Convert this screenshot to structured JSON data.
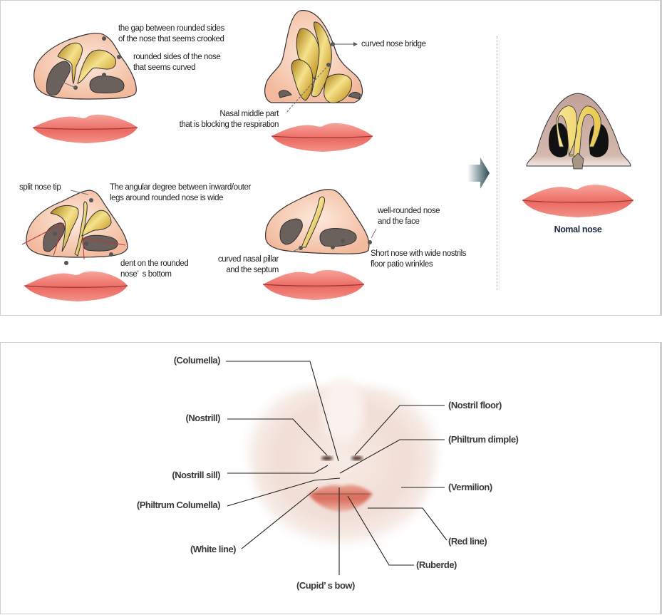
{
  "top_panel": {
    "diagrams": [
      {
        "id": "crooked-nose",
        "labels": [
          "the gap between rounded sides\nof the nose that seems crooked",
          "rounded sides of the nose\nthat seems curved"
        ]
      },
      {
        "id": "curved-bridge",
        "labels": [
          "curved nose bridge",
          "Nasal middle part\nthat is blocking the respiration"
        ]
      },
      {
        "id": "split-tip",
        "labels": [
          "split nose tip",
          "The angular degree between inward/outer\nlegs around rounded nose is wide",
          "dent on the rounded\nnose’  s bottom"
        ]
      },
      {
        "id": "short-nose",
        "labels": [
          "well-rounded nose\nand the face",
          "curved nasal pillar\nand the septum",
          "Short nose with wide nostrils\nfloor patio wrinkles"
        ]
      }
    ],
    "arrow_icon": "arrow-right-icon",
    "normal": {
      "caption": "Nomal nose"
    },
    "colors": {
      "skin": "#f6cfb6",
      "cartilage": "#e1b63a",
      "nostril": "#6a615c",
      "lip": "#ee7b73",
      "arrow": "#2f5158",
      "normal_nose_skin": "#c9a99f"
    }
  },
  "bottom_panel": {
    "labels": {
      "columella": "(Columella)",
      "nostril": "(Nostrill)",
      "nostril_sill": "(Nostrill sill)",
      "philtrum_columella": "(Philtrum Columella)",
      "white_line": "(White line)",
      "cupids_bow": "(Cupid’  s bow)",
      "ruberde": "(Ruberde)",
      "red_line": "(Red line)",
      "vermilion": "(Vermilion)",
      "philtrum_dimple": "(Philtrum dimple)",
      "nostril_floor": "(Nostril floor)"
    }
  }
}
